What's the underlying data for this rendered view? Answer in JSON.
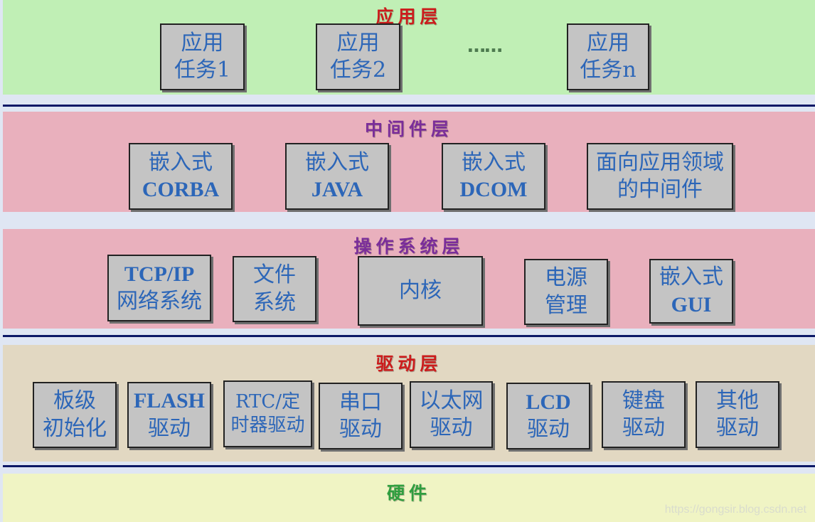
{
  "app_layer": {
    "title": "应用层",
    "color": "#c0efb5",
    "title_color": "#cc1c1c",
    "tasks": [
      {
        "line1": "应用",
        "line2": "任务1"
      },
      {
        "line1": "应用",
        "line2": "任务2"
      },
      {
        "line1": "应用",
        "line2": "任务n"
      }
    ],
    "dots": "……"
  },
  "middleware_layer": {
    "title": "中间件层",
    "color": "#e9b0bd",
    "title_color": "#7a2d9a",
    "items": [
      {
        "line1": "嵌入式",
        "line2": "CORBA"
      },
      {
        "line1": "嵌入式",
        "line2": "JAVA"
      },
      {
        "line1": "嵌入式",
        "line2": "DCOM"
      },
      {
        "line1": "面向应用领域",
        "line2": "的中间件"
      }
    ]
  },
  "os_layer": {
    "title": "操作系统层",
    "color": "#e9b0bd",
    "title_color": "#7a2d9a",
    "items": [
      {
        "line1": "TCP/IP",
        "line2": "网络系统"
      },
      {
        "line1": "文件",
        "line2": "系统"
      },
      {
        "line1": "内核"
      },
      {
        "line1": "电源",
        "line2": "管理"
      },
      {
        "line1": "嵌入式",
        "line2": "GUI"
      }
    ]
  },
  "driver_layer": {
    "title": "驱动层",
    "color": "#e2d8c2",
    "title_color": "#cc1c1c",
    "items": [
      {
        "line1": "板级",
        "line2": "初始化"
      },
      {
        "line1": "FLASH",
        "line2": "驱动"
      },
      {
        "line1": "RTC/定",
        "line2": "时器驱动"
      },
      {
        "line1": "串口",
        "line2": "驱动"
      },
      {
        "line1": "以太网",
        "line2": "驱动"
      },
      {
        "line1": "LCD",
        "line2": "驱动"
      },
      {
        "line1": "键盘",
        "line2": "驱动"
      },
      {
        "line1": "其他",
        "line2": "驱动"
      }
    ]
  },
  "hardware_layer": {
    "title": "硬件",
    "color": "#f0f4c4",
    "title_color": "#2f9e3f"
  },
  "watermark": "https://gongsir.blog.csdn.net"
}
